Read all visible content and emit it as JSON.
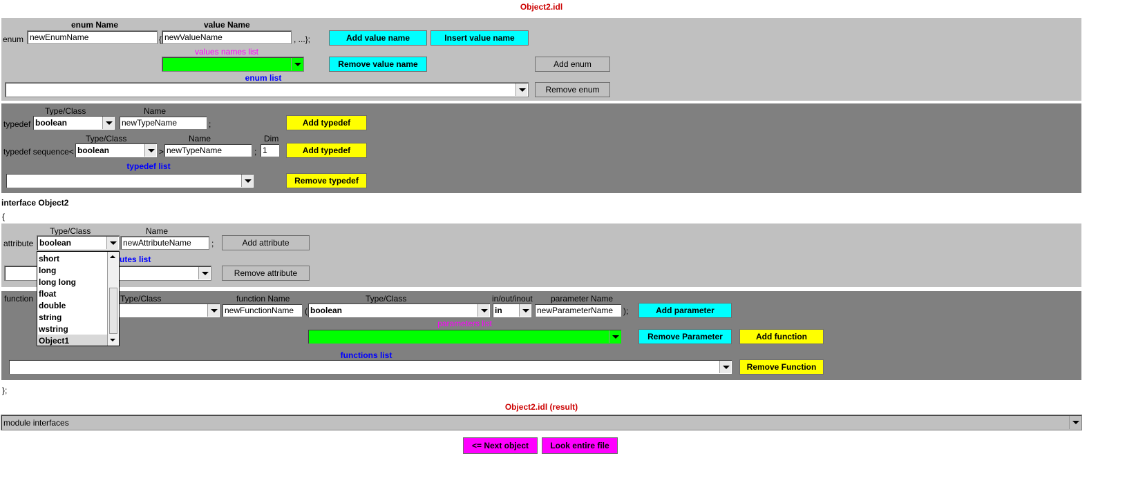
{
  "file_title": "Object2.idl",
  "enum_section": {
    "col_enum_name": "enum Name",
    "col_value_name": "value Name",
    "enum_keyword": "enum",
    "enum_name_value": "newEnumName",
    "open_brace": "{",
    "value_name_value": "newValueName",
    "close_text": ", ...};",
    "add_value_label": "Add value name",
    "insert_value_label": "Insert value name",
    "values_list_label": "values names list",
    "remove_value_label": "Remove value name",
    "add_enum_label": "Add enum",
    "enum_list_label": "enum list",
    "remove_enum_label": "Remove enum"
  },
  "typedef_section": {
    "col_type_class": "Type/Class",
    "col_name": "Name",
    "typedef_keyword": "typedef",
    "typedef_type": "boolean",
    "typedef_name_value": "newTypeName",
    "semicolon": ";",
    "add_typedef_label": "Add typedef",
    "seq_col_type_class": "Type/Class",
    "seq_col_name": "Name",
    "seq_col_dim": "Dim",
    "seq_keyword": "typedef sequence<",
    "seq_type": "boolean",
    "seq_close": ">",
    "seq_name_value": "newTypeName",
    "seq_semicolon": ";",
    "seq_dim_value": "1",
    "add_seq_typedef_label": "Add typedef",
    "typedef_list_label": "typedef list",
    "remove_typedef_label": "Remove typedef"
  },
  "interface_header": "interface Object2",
  "interface_open": "{",
  "attribute_section": {
    "col_type_class": "Type/Class",
    "col_name": "Name",
    "attribute_keyword": "attribute",
    "attribute_type": "boolean",
    "attribute_name_value": "newAttributeName",
    "semicolon": ";",
    "add_attribute_label": "Add attribute",
    "attributes_list_partial": "utes list",
    "remove_attribute_label": "Remove attribute",
    "dropdown_options": [
      "short",
      "long",
      "long long",
      "float",
      "double",
      "string",
      "wstring",
      "Object1"
    ]
  },
  "function_section": {
    "function_keyword": "function",
    "col_type_class": "Type/Class",
    "col_function_name": "function Name",
    "col_param_type_class": "Type/Class",
    "col_inout": "in/out/inout",
    "col_param_name": "parameter Name",
    "function_name_value": "newFunctionName",
    "open_paren": "(",
    "param_type": "boolean",
    "direction": "in",
    "param_name_value": "newParameterName",
    "close_paren": ");",
    "add_parameter_label": "Add parameter",
    "parameters_list_label": "parameters list",
    "remove_parameter_label": "Remove Parameter",
    "add_function_label": "Add function",
    "functions_list_label": "functions list",
    "remove_function_label": "Remove Function"
  },
  "interface_close": "};",
  "result_title": "Object2.idl (result)",
  "module_combo_value": "module interfaces",
  "next_object_label": "<= Next object",
  "look_file_label": "Look entire file",
  "colors": {
    "panel_light": "#c0c0c0",
    "panel_dark": "#808080",
    "cyan_button": "#00ffff",
    "yellow_button": "#ffff00",
    "magenta_button": "#ff00ff",
    "green_combo": "#00ff00",
    "title_red": "#cc0000"
  }
}
